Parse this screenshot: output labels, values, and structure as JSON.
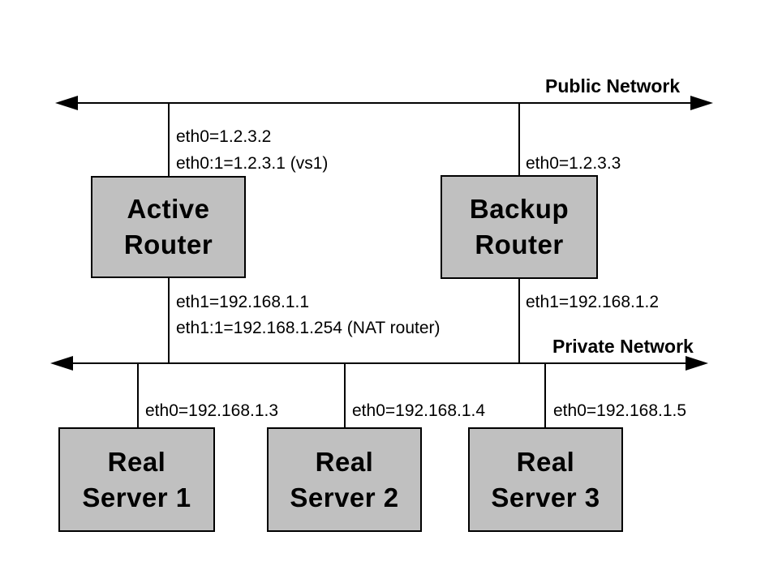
{
  "diagram": {
    "colors": {
      "background": "#ffffff",
      "box_fill": "#c0c0c0",
      "line": "#000000",
      "text": "#000000"
    },
    "public_network": {
      "label": "Public Network",
      "interfaces": {
        "active_router": [
          "eth0=1.2.3.2",
          "eth0:1=1.2.3.1 (vs1)"
        ],
        "backup_router": [
          "eth0=1.2.3.3"
        ]
      }
    },
    "private_network": {
      "label": "Private Network",
      "interfaces": {
        "active_router": [
          "eth1=192.168.1.1",
          "eth1:1=192.168.1.254 (NAT router)"
        ],
        "backup_router": [
          "eth1=192.168.1.2"
        ],
        "real_server_1": [
          "eth0=192.168.1.3"
        ],
        "real_server_2": [
          "eth0=192.168.1.4"
        ],
        "real_server_3": [
          "eth0=192.168.1.5"
        ]
      }
    },
    "nodes": {
      "active_router": {
        "label_line1": "Active",
        "label_line2": "Router"
      },
      "backup_router": {
        "label_line1": "Backup",
        "label_line2": "Router"
      },
      "real_server_1": {
        "label_line1": "Real",
        "label_line2": "Server 1"
      },
      "real_server_2": {
        "label_line1": "Real",
        "label_line2": "Server 2"
      },
      "real_server_3": {
        "label_line1": "Real",
        "label_line2": "Server 3"
      }
    }
  }
}
